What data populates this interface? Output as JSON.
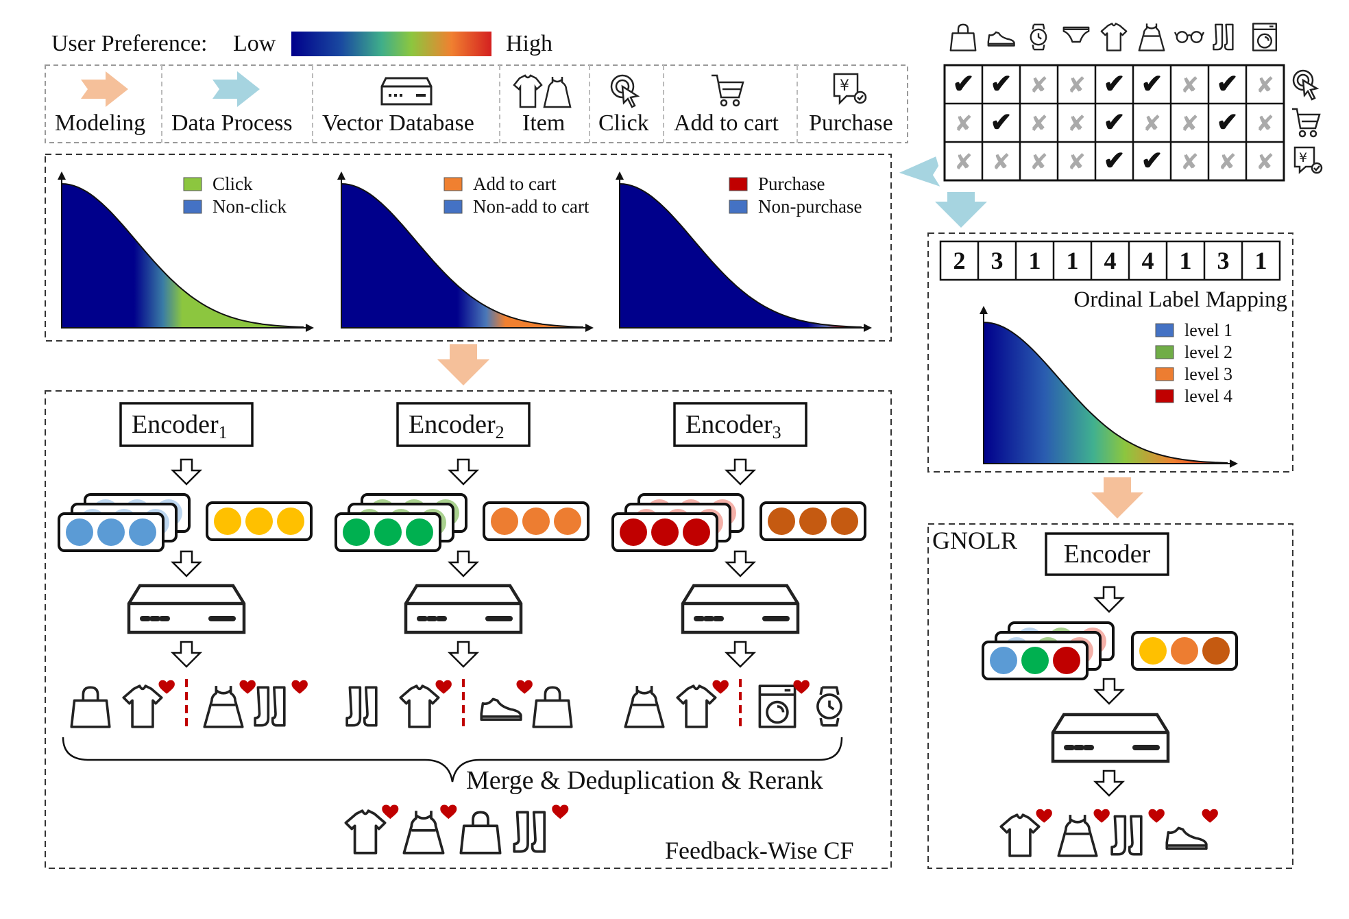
{
  "legend": {
    "pref_label": "User Preference:",
    "low": "Low",
    "high": "High",
    "items": [
      {
        "name": "Modeling",
        "icon": "orange-arrow-icon"
      },
      {
        "name": "Data Process",
        "icon": "blue-arrow-icon"
      },
      {
        "name": "Vector Database",
        "icon": "server-icon"
      },
      {
        "name": "Item",
        "icon": "clothing-icon"
      },
      {
        "name": "Click",
        "icon": "cursor-click-icon"
      },
      {
        "name": "Add to cart",
        "icon": "cart-icon"
      },
      {
        "name": "Purchase",
        "icon": "receipt-icon"
      }
    ]
  },
  "feedback_matrix": {
    "item_icons": [
      "bag-icon",
      "shoe-icon",
      "watch-icon",
      "underwear-icon",
      "tshirt-icon",
      "dress-icon",
      "glasses-icon",
      "boots-icon",
      "washing-machine-icon"
    ],
    "row_icons": [
      "cursor-click-icon",
      "cart-icon",
      "receipt-icon"
    ],
    "rows": [
      [
        "✔",
        "✔",
        "✘",
        "✘",
        "✔",
        "✔",
        "✘",
        "✔",
        "✘"
      ],
      [
        "✘",
        "✔",
        "✘",
        "✘",
        "✔",
        "✘",
        "✘",
        "✔",
        "✘"
      ],
      [
        "✘",
        "✘",
        "✘",
        "✘",
        "✔",
        "✔",
        "✘",
        "✘",
        "✘"
      ]
    ]
  },
  "distributions": [
    {
      "pos": "Click",
      "neg": "Non-click",
      "pos_color": "#8cc63f"
    },
    {
      "pos": "Add to cart",
      "neg": "Non-add to cart",
      "pos_color": "#f08030"
    },
    {
      "pos": "Purchase",
      "neg": "Non-purchase",
      "pos_color": "#c00000"
    }
  ],
  "neg_color": "#4472c4",
  "ordinal": {
    "labels": [
      "2",
      "3",
      "1",
      "1",
      "4",
      "4",
      "1",
      "3",
      "1"
    ],
    "title": "Ordinal Label Mapping",
    "levels": [
      {
        "name": "level 1",
        "color": "#4472c4"
      },
      {
        "name": "level 2",
        "color": "#70ad47"
      },
      {
        "name": "level 3",
        "color": "#ed7d31"
      },
      {
        "name": "level 4",
        "color": "#c00000"
      }
    ],
    "label_colors": {
      "1": "#4472c4",
      "2": "#70ad47",
      "3": "#ed7d31",
      "4": "#c00000"
    }
  },
  "encoders": [
    {
      "name": "Encoder",
      "sub": "1",
      "user_color": "#5b9bd5",
      "user_color_light": "#bcd6ef",
      "item_color": "#ffc000",
      "left_items": [
        "bag-icon",
        "tshirt-icon"
      ],
      "right_items": [
        "dress-icon",
        "boots-icon"
      ]
    },
    {
      "name": "Encoder",
      "sub": "2",
      "user_color": "#00b050",
      "user_color_light": "#a9d18e",
      "item_color": "#ed7d31",
      "left_items": [
        "boots-icon",
        "tshirt-icon"
      ],
      "right_items": [
        "shoe-icon",
        "bag-icon"
      ]
    },
    {
      "name": "Encoder",
      "sub": "3",
      "user_color": "#c00000",
      "user_color_light": "#f4b0a8",
      "item_color": "#c55a11",
      "left_items": [
        "dress-icon",
        "tshirt-icon"
      ],
      "right_items": [
        "washing-machine-icon",
        "watch-icon"
      ]
    }
  ],
  "merge_label": "Merge & Deduplication & Rerank",
  "merged_items": [
    "tshirt-icon",
    "dress-icon",
    "bag-icon",
    "boots-icon"
  ],
  "cf_label": "Feedback-Wise CF",
  "gnolr": {
    "label": "GNOLR",
    "encoder": "Encoder",
    "user_colors": [
      "#5b9bd5",
      "#00b050",
      "#c00000"
    ],
    "item_colors": [
      "#ffc000",
      "#ed7d31",
      "#c55a11"
    ],
    "items": [
      "tshirt-icon",
      "dress-icon",
      "boots-icon",
      "shoe-icon"
    ]
  },
  "colors": {
    "heart": "#c00000",
    "modeling_arrow": "#f5c09a",
    "process_arrow": "#a6d4e0",
    "dash": "#555555"
  }
}
